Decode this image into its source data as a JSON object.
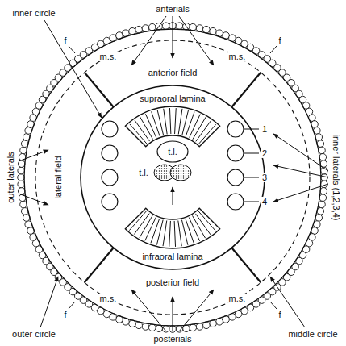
{
  "diagram": {
    "labels": [
      "inner circle",
      "anterials",
      "f",
      "f",
      "m.s.",
      "m.s.",
      "anterior field",
      "supraoral lamina",
      "outer laterals",
      "lateral field",
      "t.l.",
      "1",
      "2",
      "3",
      "4",
      "inner laterals (1,2,3,4)",
      "t.l.",
      "infraoral lamina",
      "posterior field",
      "m.s.",
      "m.s.",
      "f",
      "f",
      "outer circle",
      "middle circle",
      "posterials"
    ]
  }
}
